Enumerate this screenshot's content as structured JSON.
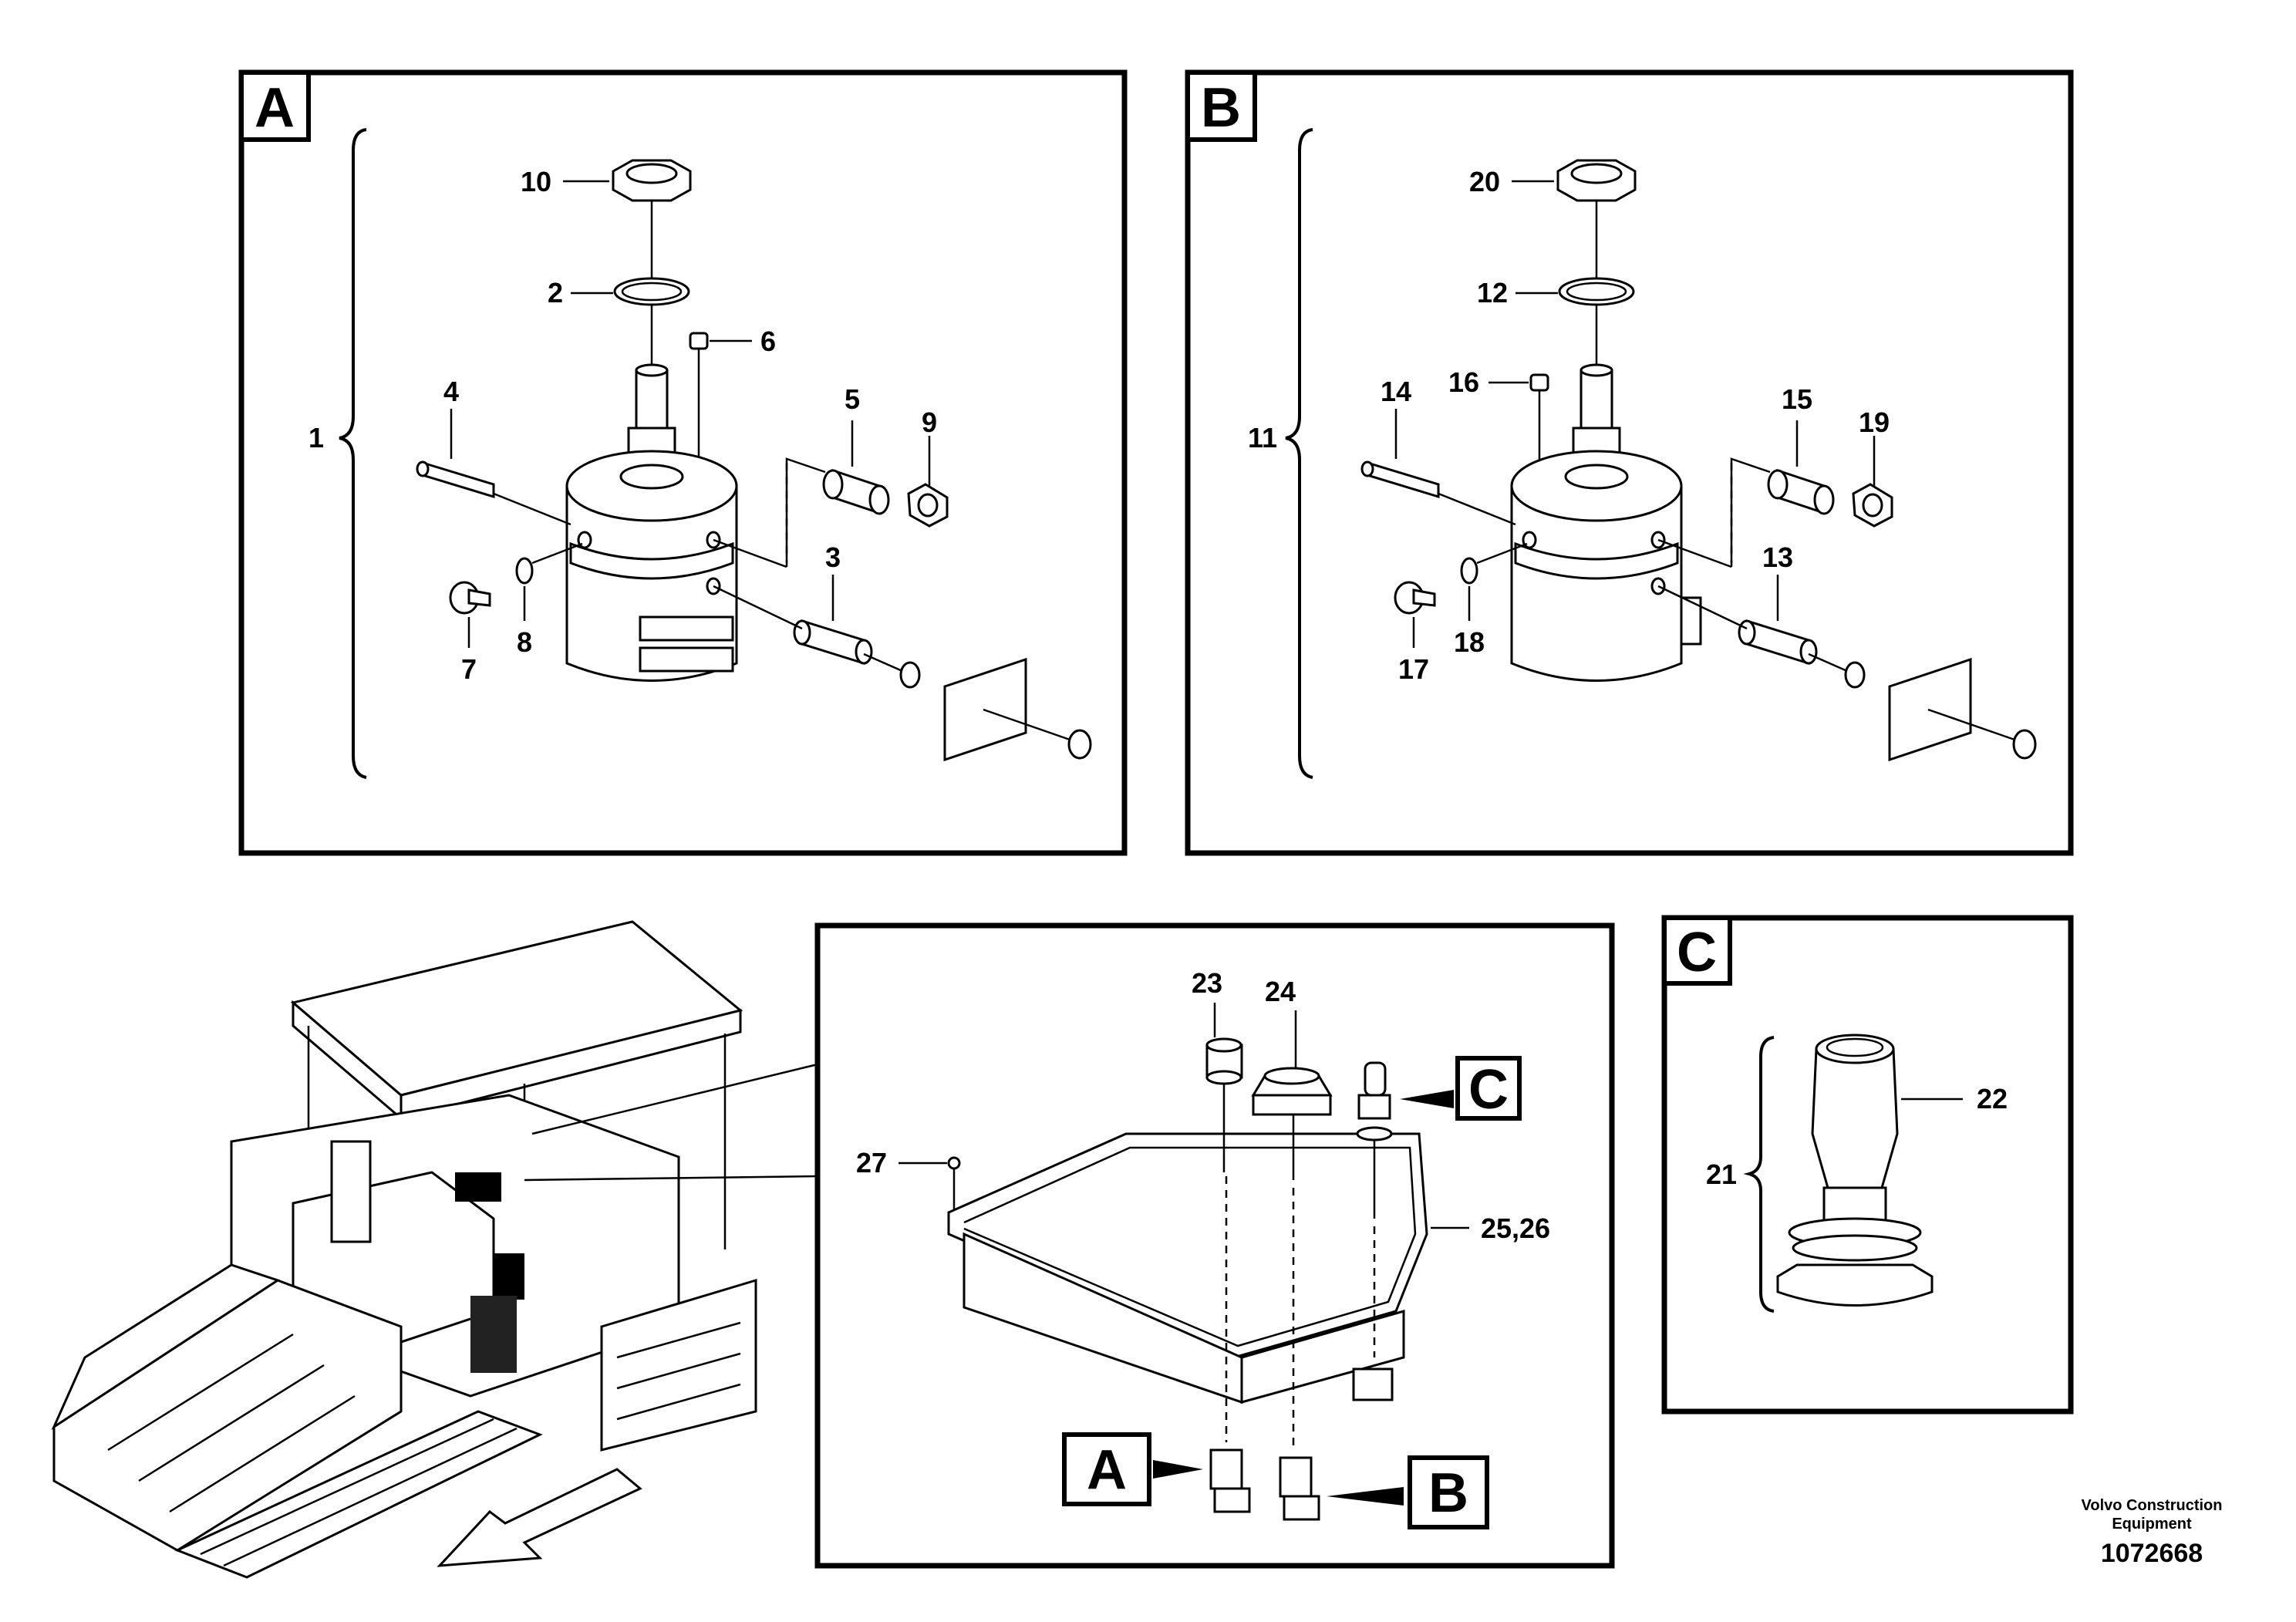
{
  "panels": {
    "a": {
      "letter": "A",
      "callouts": {
        "c1": "1",
        "c2": "2",
        "c3": "3",
        "c4": "4",
        "c5": "5",
        "c6": "6",
        "c7": "7",
        "c8": "8",
        "c9": "9",
        "c10": "10"
      }
    },
    "b": {
      "letter": "B",
      "callouts": {
        "c11": "11",
        "c12": "12",
        "c13": "13",
        "c14": "14",
        "c15": "15",
        "c16": "16",
        "c17": "17",
        "c18": "18",
        "c19": "19",
        "c20": "20"
      }
    },
    "c": {
      "letter": "C",
      "callouts": {
        "c21": "21",
        "c22": "22"
      }
    },
    "assembly": {
      "callouts": {
        "c23": "23",
        "c24": "24",
        "c27": "27",
        "c25_26": "25,26"
      },
      "refs": {
        "a": "A",
        "b": "B",
        "c": "C"
      }
    }
  },
  "footer": {
    "company_line1": "Volvo Construction",
    "company_line2": "Equipment",
    "doc_number": "1072668"
  }
}
